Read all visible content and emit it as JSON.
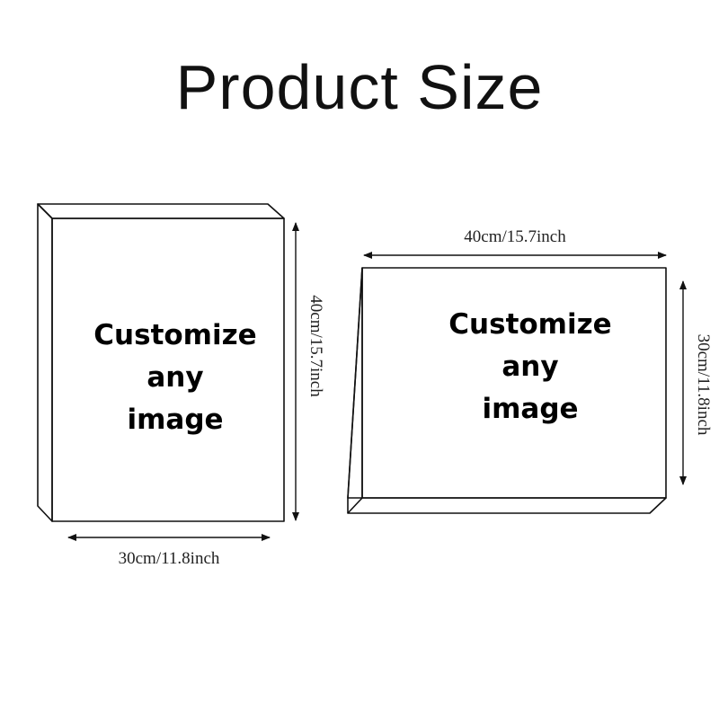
{
  "title": "Product Size",
  "portrait": {
    "lines": [
      "Customize",
      "any",
      "image"
    ],
    "width_label": "30cm/11.8inch",
    "height_label": "40cm/15.7inch"
  },
  "landscape": {
    "lines": [
      "Customize",
      "any",
      "image"
    ],
    "width_label": "40cm/15.7inch",
    "height_label": "30cm/11.8inch"
  },
  "colors": {
    "stroke": "#111111",
    "text": "#000000"
  }
}
